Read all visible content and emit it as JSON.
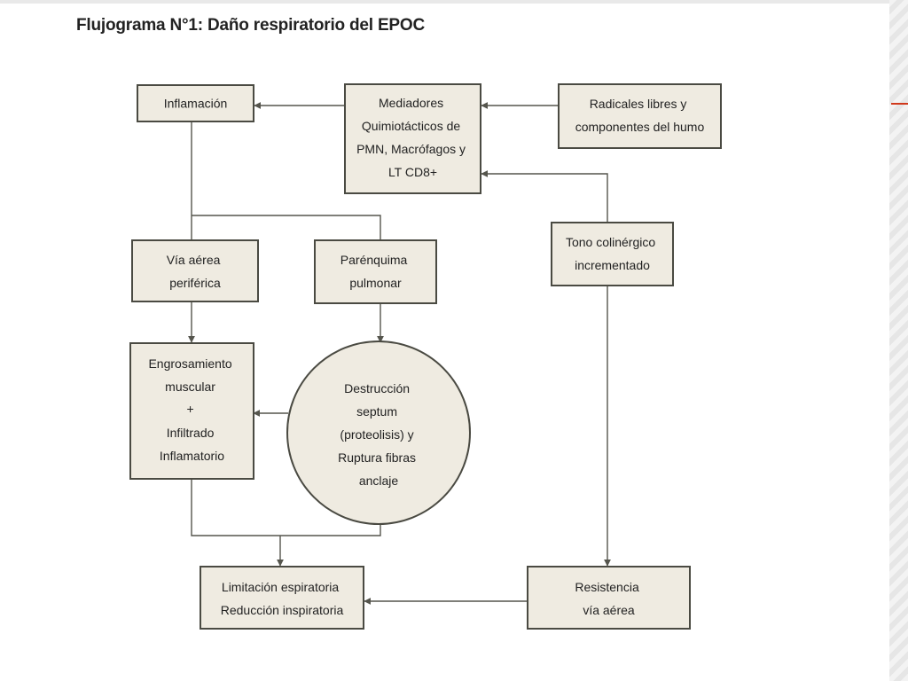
{
  "title": "Flujograma N°1: Daño respiratorio del EPOC",
  "colors": {
    "box_fill": "#efebe1",
    "box_stroke": "#4a4a42",
    "accent": "#d0391c"
  },
  "nodes": {
    "inflamacion": {
      "lines": [
        "Inflamación"
      ]
    },
    "mediadores": {
      "lines": [
        "Mediadores",
        "Quimiotácticos de",
        "PMN, Macrófagos y",
        "LT CD8+"
      ]
    },
    "radicales": {
      "lines": [
        "Radicales libres y",
        "componentes del humo"
      ]
    },
    "via_aerea": {
      "lines": [
        "Vía aérea",
        "periférica"
      ]
    },
    "parenquima": {
      "lines": [
        "Parénquima",
        "pulmonar"
      ]
    },
    "tono": {
      "lines": [
        "Tono colinérgico",
        "incrementado"
      ]
    },
    "engrosamiento": {
      "lines": [
        "Engrosamiento",
        "muscular",
        "+",
        "Infiltrado",
        "Inflamatorio"
      ]
    },
    "destruccion": {
      "lines": [
        "Destrucción",
        "septum",
        "(proteolisis) y",
        "Ruptura fibras",
        "anclaje"
      ]
    },
    "limitacion": {
      "lines": [
        "Limitación espiratoria",
        "Reducción inspiratoria"
      ]
    },
    "resistencia": {
      "lines": [
        "Resistencia",
        "vía aérea"
      ]
    }
  }
}
